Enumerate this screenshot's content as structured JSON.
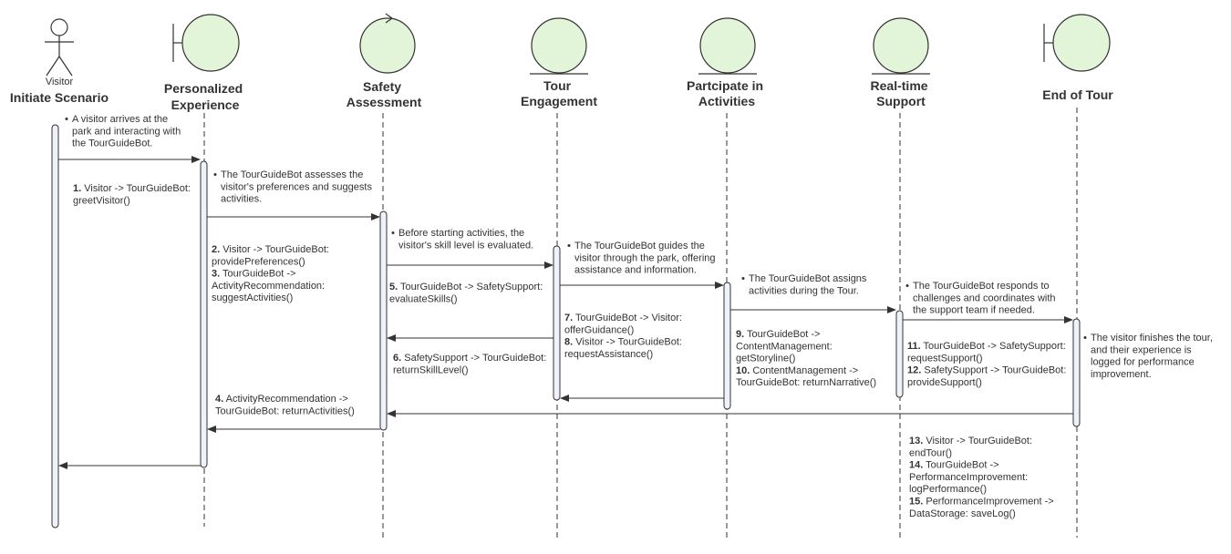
{
  "actor": {
    "label": "Visitor"
  },
  "lanes": [
    {
      "id": "initiate",
      "title": [
        "Initiate Scenario"
      ],
      "kind": "actor"
    },
    {
      "id": "personalized",
      "title": [
        "Personalized",
        "Experience"
      ],
      "kind": "boundary"
    },
    {
      "id": "safety",
      "title": [
        "Safety",
        "Assessment"
      ],
      "kind": "control"
    },
    {
      "id": "tour",
      "title": [
        "Tour",
        "Engagement"
      ],
      "kind": "entity"
    },
    {
      "id": "activities",
      "title": [
        "Partcipate in",
        "Activities"
      ],
      "kind": "entity"
    },
    {
      "id": "support",
      "title": [
        "Real-time",
        "Support"
      ],
      "kind": "entity"
    },
    {
      "id": "end",
      "title": [
        "End of Tour"
      ],
      "kind": "boundary"
    }
  ],
  "notes": [
    {
      "id": "note-arrival",
      "lines": [
        "A visitor arrives at the",
        "park and interacting with",
        "the TourGuideBot."
      ]
    },
    {
      "id": "note-preferences",
      "lines": [
        "The TourGuideBot assesses the",
        "visitor's preferences and suggests",
        "activities."
      ]
    },
    {
      "id": "note-skill",
      "lines": [
        "Before starting activities, the",
        "visitor's skill level is evaluated."
      ]
    },
    {
      "id": "note-guides",
      "lines": [
        "The TourGuideBot guides the",
        "visitor through the park, offering",
        "assistance and information."
      ]
    },
    {
      "id": "note-assigns",
      "lines": [
        "The TourGuideBot assigns",
        "activities during the Tour."
      ]
    },
    {
      "id": "note-responds",
      "lines": [
        "The TourGuideBot responds to",
        "challenges and coordinates with",
        "the support team if needed."
      ]
    },
    {
      "id": "note-finish",
      "lines": [
        "The visitor finishes the tour,",
        "and their experience is",
        "logged for performance",
        "improvement."
      ]
    }
  ],
  "messages": [
    {
      "id": "msg-1",
      "lines": [
        [
          "1.",
          " Visitor -> TourGuideBot:"
        ],
        [
          "",
          "greetVisitor()"
        ]
      ]
    },
    {
      "id": "msg-2-3",
      "lines": [
        [
          "2.",
          " Visitor -> TourGuideBot:"
        ],
        [
          "",
          "providePreferences()"
        ],
        [
          "3.",
          " TourGuideBot ->"
        ],
        [
          "",
          "ActivityRecommendation:"
        ],
        [
          "",
          "suggestActivities()"
        ]
      ]
    },
    {
      "id": "msg-4",
      "lines": [
        [
          "4.",
          " ActivityRecommendation ->"
        ],
        [
          "",
          "TourGuideBot: returnActivities()"
        ]
      ]
    },
    {
      "id": "msg-5",
      "lines": [
        [
          "5.",
          " TourGuideBot -> SafetySupport:"
        ],
        [
          "",
          "evaluateSkills()"
        ]
      ]
    },
    {
      "id": "msg-6",
      "lines": [
        [
          "6.",
          " SafetySupport -> TourGuideBot:"
        ],
        [
          "",
          "returnSkillLevel()"
        ]
      ]
    },
    {
      "id": "msg-7-8",
      "lines": [
        [
          "7.",
          " TourGuideBot -> Visitor:"
        ],
        [
          "",
          "offerGuidance()"
        ],
        [
          "8.",
          " Visitor -> TourGuideBot:"
        ],
        [
          "",
          "requestAssistance()"
        ]
      ]
    },
    {
      "id": "msg-9-10",
      "lines": [
        [
          "9.",
          " TourGuideBot ->"
        ],
        [
          "",
          "ContentManagement:"
        ],
        [
          "",
          "getStoryline()"
        ],
        [
          "10.",
          " ContentManagement ->"
        ],
        [
          "",
          "TourGuideBot: returnNarrative()"
        ]
      ]
    },
    {
      "id": "msg-11-12",
      "lines": [
        [
          "11.",
          " TourGuideBot -> SafetySupport:"
        ],
        [
          "",
          "requestSupport()"
        ],
        [
          "12.",
          " SafetySupport -> TourGuideBot:"
        ],
        [
          "",
          "provideSupport()"
        ]
      ]
    },
    {
      "id": "msg-13-15",
      "lines": [
        [
          "13.",
          " Visitor -> TourGuideBot:"
        ],
        [
          "",
          "endTour()"
        ],
        [
          "14.",
          " TourGuideBot ->"
        ],
        [
          "",
          "PerformanceImprovement:"
        ],
        [
          "",
          "logPerformance()"
        ],
        [
          "15.",
          " PerformanceImprovement ->"
        ],
        [
          "",
          "DataStorage: saveLog()"
        ]
      ]
    }
  ],
  "colors": {
    "fill": "#e3f5d8",
    "stroke": "#333333",
    "activation": "#eef3fa"
  }
}
